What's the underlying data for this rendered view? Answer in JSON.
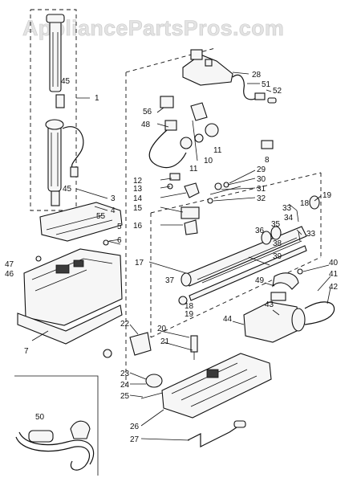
{
  "watermark": "AppliancePartsPros.com",
  "callouts": [
    {
      "id": "c1",
      "text": "1"
    },
    {
      "id": "c3",
      "text": "3"
    },
    {
      "id": "c4",
      "text": "4"
    },
    {
      "id": "c5",
      "text": "5"
    },
    {
      "id": "c6",
      "text": "6"
    },
    {
      "id": "c7",
      "text": "7"
    },
    {
      "id": "c8",
      "text": "8"
    },
    {
      "id": "c10",
      "text": "10"
    },
    {
      "id": "c11a",
      "text": "11"
    },
    {
      "id": "c11b",
      "text": "11"
    },
    {
      "id": "c12",
      "text": "12"
    },
    {
      "id": "c13",
      "text": "13"
    },
    {
      "id": "c14",
      "text": "14"
    },
    {
      "id": "c15",
      "text": "15"
    },
    {
      "id": "c16",
      "text": "16"
    },
    {
      "id": "c17",
      "text": "17"
    },
    {
      "id": "c18a",
      "text": "18"
    },
    {
      "id": "c18b",
      "text": "18"
    },
    {
      "id": "c19a",
      "text": "19"
    },
    {
      "id": "c19b",
      "text": "19"
    },
    {
      "id": "c20",
      "text": "20"
    },
    {
      "id": "c21",
      "text": "21"
    },
    {
      "id": "c22",
      "text": "22"
    },
    {
      "id": "c23",
      "text": "23"
    },
    {
      "id": "c24",
      "text": "24"
    },
    {
      "id": "c25",
      "text": "25"
    },
    {
      "id": "c26",
      "text": "26"
    },
    {
      "id": "c27",
      "text": "27"
    },
    {
      "id": "c28",
      "text": "28"
    },
    {
      "id": "c29",
      "text": "29"
    },
    {
      "id": "c30",
      "text": "30"
    },
    {
      "id": "c31",
      "text": "31"
    },
    {
      "id": "c32",
      "text": "32"
    },
    {
      "id": "c33a",
      "text": "33"
    },
    {
      "id": "c33b",
      "text": "33"
    },
    {
      "id": "c34",
      "text": "34"
    },
    {
      "id": "c35",
      "text": "35"
    },
    {
      "id": "c36",
      "text": "36"
    },
    {
      "id": "c37",
      "text": "37"
    },
    {
      "id": "c38",
      "text": "38"
    },
    {
      "id": "c39",
      "text": "39"
    },
    {
      "id": "c40",
      "text": "40"
    },
    {
      "id": "c41",
      "text": "41"
    },
    {
      "id": "c42",
      "text": "42"
    },
    {
      "id": "c43",
      "text": "43"
    },
    {
      "id": "c44",
      "text": "44"
    },
    {
      "id": "c45a",
      "text": "45"
    },
    {
      "id": "c45b",
      "text": "45"
    },
    {
      "id": "c46",
      "text": "46"
    },
    {
      "id": "c47",
      "text": "47"
    },
    {
      "id": "c48",
      "text": "48"
    },
    {
      "id": "c49",
      "text": "49"
    },
    {
      "id": "c50",
      "text": "50"
    },
    {
      "id": "c51",
      "text": "51"
    },
    {
      "id": "c52",
      "text": "52"
    },
    {
      "id": "c55",
      "text": "55"
    },
    {
      "id": "c56",
      "text": "56"
    }
  ]
}
